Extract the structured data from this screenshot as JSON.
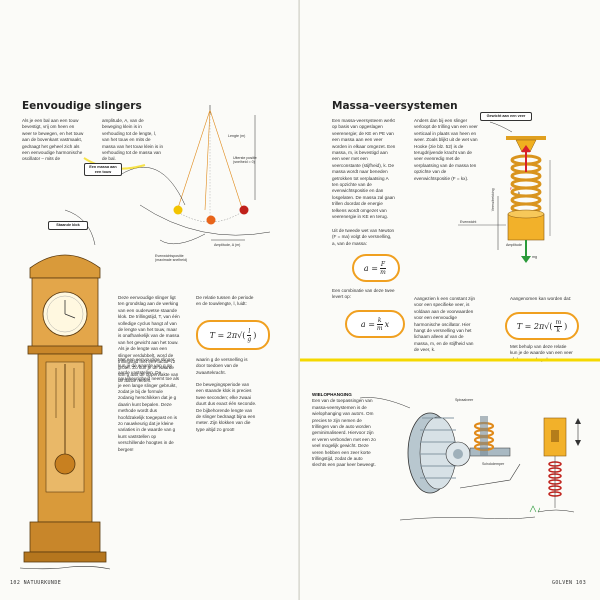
{
  "left": {
    "title": "Eenvoudige slingers",
    "intro_col1": "Als je een bal aan een touw bevestigt, vrij om heen en weer te bewegen, en het touw aan de bovenkant vastmaakt, gedraagt het geheel zich als een eenvoudige harmonische oscillator – mits de",
    "intro_col2": "amplitude, A, van de beweging klein is in verhouding tot de lengte, l, van het touw en mits de massa van het touw klein is in verhouding tot de massa van de bal.",
    "tag_mass": "Een massa aan een touw",
    "label_length": "Lengte (m)",
    "label_extreme": "Uiterste positie (snelheid = 0)",
    "label_equilibrium": "Evenwichtspositie (maximale snelheid)",
    "label_amplitude": "Amplitude, A (m)",
    "tag_clock": "Staande klok",
    "body_col1": "Deze eenvoudige slinger ligt ten grondslag aan de werking van een ouderwetse staande klok. De trillingstijd, T, van één volledige cyclus hangt af van de lengte van het touw, maar is onafhankelijk van de massa van het gewicht aan het touw. Als je de lengte van een slinger verdubbelt, word de trillingstijd met een factor √2 groter. Zo kun je de waarde van g aan de oppervlakte van de aarde meten.",
    "body_col1b": "Met een eenvoudige slinger kun je de waarde van g op aarde vaststellen. De nauwkeurigheid neemt toe als je een lange slinger gebruikt, zodat je bij de formule zodanig herschikken dat je g daarin kunt bepalen. Deze methode wordt dus hoofdzakelijk toegepast en is zo nauwkeurig dat je kleine variaties in de waarde van g kunt vaststellen op verschillende hoogtes in de bergen!",
    "body_col2": "De relatie tussen de periode en de touwlengte, l, luidt:",
    "body_col2b": "waarin g de versnelling is door toedoen van de zwaartekracht.",
    "body_col2c": "De bewegingsperiode van een staande klok is precies twee seconden; elke zwaai duurt dus exact één seconde. De bijbehorende lengte van de slinger bedraagt bijna een meter. Zijn klokken van die type altijd zo groot!",
    "formula_pendulum": {
      "lhs": "T = 2π",
      "num": "l",
      "den": "g"
    },
    "folio": "102 NATUURKUNDE"
  },
  "right": {
    "title": "Massa–veersystemen",
    "col1": "Een massa-veersysteem werkt op basis van opgeslagen veerenergie; de KE en PE van een massa aan een veer worden in elkaar omgezet. Een massa, m, is bevestigd aan een veer met een veerconstante (stijfheid), k. De massa wordt naar beneden getrokken tot verplaatsing A ten opzichte van de evenwichtspositie en dan losgelaten. De massa zal gaan trillen doordat de energie telkens wordt omgezet van veerenergie in KE en terug.",
    "col1b": "Uit de tweede wet van Newton (F = ma) volgt de versnelling, a, van de massa:",
    "col1c": "Een combinatie van deze twee levert op:",
    "col2": "Anders dan bij een slinger verloopt de trilling van een veer verticaal in plaats van heen en weer. Zoals blijkt uit de wet van Hooke (zie blz. 52) is de terugdrijvende kracht van de veer evenredig met de verplaatsing van de massa ten opzichte van de evenwichtspositie (F = kx).",
    "col2b": "Aangezien k een constant zijn voor een specifieke veer, is voldaan aan de voorwaarden voor een eenvoudige harmonische oscillator. Hier hangt de versnelling van het lichaam alleen af van de massa, m, en de stijfheid van de veer, k.",
    "col3": "Aangenomen kan worden dat:",
    "col3b": "Met behulp van deze relatie kun je de waarde van een veer of de massa bepalen.",
    "tag_spring": "Gewicht aan een veer",
    "label_equilibrium": "Evenwicht",
    "label_amplitude": "Amplitude",
    "label_stretch": "Veeruitrekking",
    "label_mg": "mg",
    "formula_a": {
      "lhs": "a =",
      "num": "F",
      "den": "m"
    },
    "formula_a2": {
      "lhs": "a =",
      "num": "k",
      "den": "m",
      "tail": "x"
    },
    "formula_T": {
      "lhs": "T = 2π",
      "num": "m",
      "den": "k"
    },
    "wheel_heading": "WIELOPHANGING",
    "wheel_body": "Een van de toepassingen van massa-veersystemen is de wielophanging van auto's. Om precies te zijn nemen de trillingen van de auto worden geminimaliseerd. Hiervoor zijn er veren verbonden met een zo veel mogelijk gewicht. Deze veren hebben een zeer korte trillingstijd, zodat de auto slechts een paar keer beweegt.",
    "label_spring": "Spiraalveer",
    "label_shock": "Schokdemper",
    "folio": "GOLVEN 103"
  },
  "colors": {
    "accent": "#f0a020",
    "yellow": "#f5d800",
    "wood": "#d99a3a",
    "arrow_red": "#d8202a",
    "arrow_green": "#2a9a3a"
  }
}
